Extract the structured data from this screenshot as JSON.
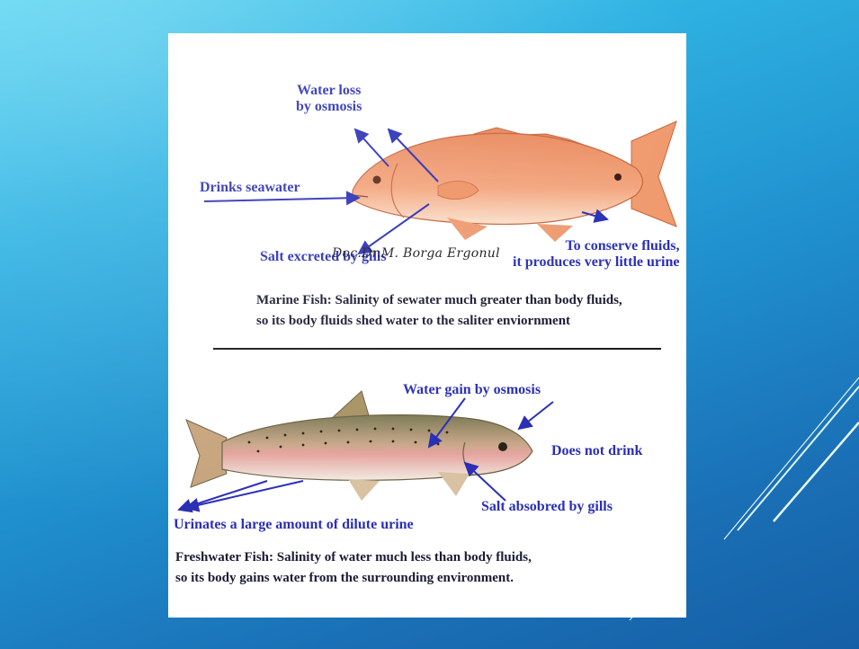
{
  "marine": {
    "water_loss": "Water loss\nby osmosis",
    "drinks": "Drinks seawater",
    "salt_excreted": "Salt excreted by gills",
    "conserve": "To conserve fluids,\nit produces very little urine",
    "caption_1": "Marine Fish: Salinity of sewater much greater than body fluids,",
    "caption_2": "so its body fluids shed water to the saliter enviornment"
  },
  "freshwater": {
    "water_gain": "Water gain by osmosis",
    "no_drink": "Does not drink",
    "salt_absorbed": "Salt absobred by gills",
    "urinates": "Urinates a large amount of dilute urine",
    "caption_1": "Freshwater Fish: Salinity of water much less than body fluids,",
    "caption_2": "so its body gains water from the surrounding environment."
  },
  "watermark": "Doc.Dr.M. Borga Ergonul",
  "colors": {
    "label_blue": "#2a2fb6",
    "marine_fish": "#f3a57d",
    "trout_body": "#cdb58b"
  }
}
